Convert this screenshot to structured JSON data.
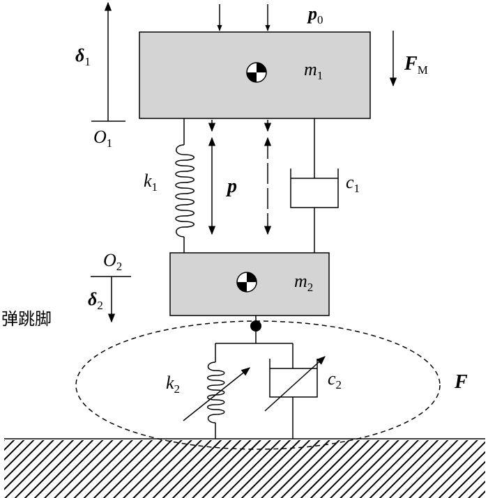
{
  "masses": {
    "upper": {
      "symbol": "m",
      "sub": "1"
    },
    "lower": {
      "symbol": "m",
      "sub": "2"
    }
  },
  "forces": {
    "p0": {
      "symbol": "p",
      "sub": "0"
    },
    "fm": {
      "symbol": "F",
      "sub": "M"
    },
    "p": {
      "symbol": "p"
    },
    "f": {
      "symbol": "F"
    }
  },
  "springs": {
    "k1": {
      "symbol": "k",
      "sub": "1"
    },
    "k2": {
      "symbol": "k",
      "sub": "2"
    }
  },
  "dampers": {
    "c1": {
      "symbol": "c",
      "sub": "1"
    },
    "c2": {
      "symbol": "c",
      "sub": "2"
    }
  },
  "displacements": {
    "d1": {
      "symbol": "δ",
      "sub": "1"
    },
    "d2": {
      "symbol": "δ",
      "sub": "2"
    }
  },
  "origins": {
    "o1": {
      "symbol": "O",
      "sub": "1"
    },
    "o2": {
      "symbol": "O",
      "sub": "2"
    }
  },
  "foot_label": "弹跳脚",
  "colors": {
    "mass_fill": "#d4d4d4",
    "line": "#000000",
    "background": "#ffffff"
  }
}
